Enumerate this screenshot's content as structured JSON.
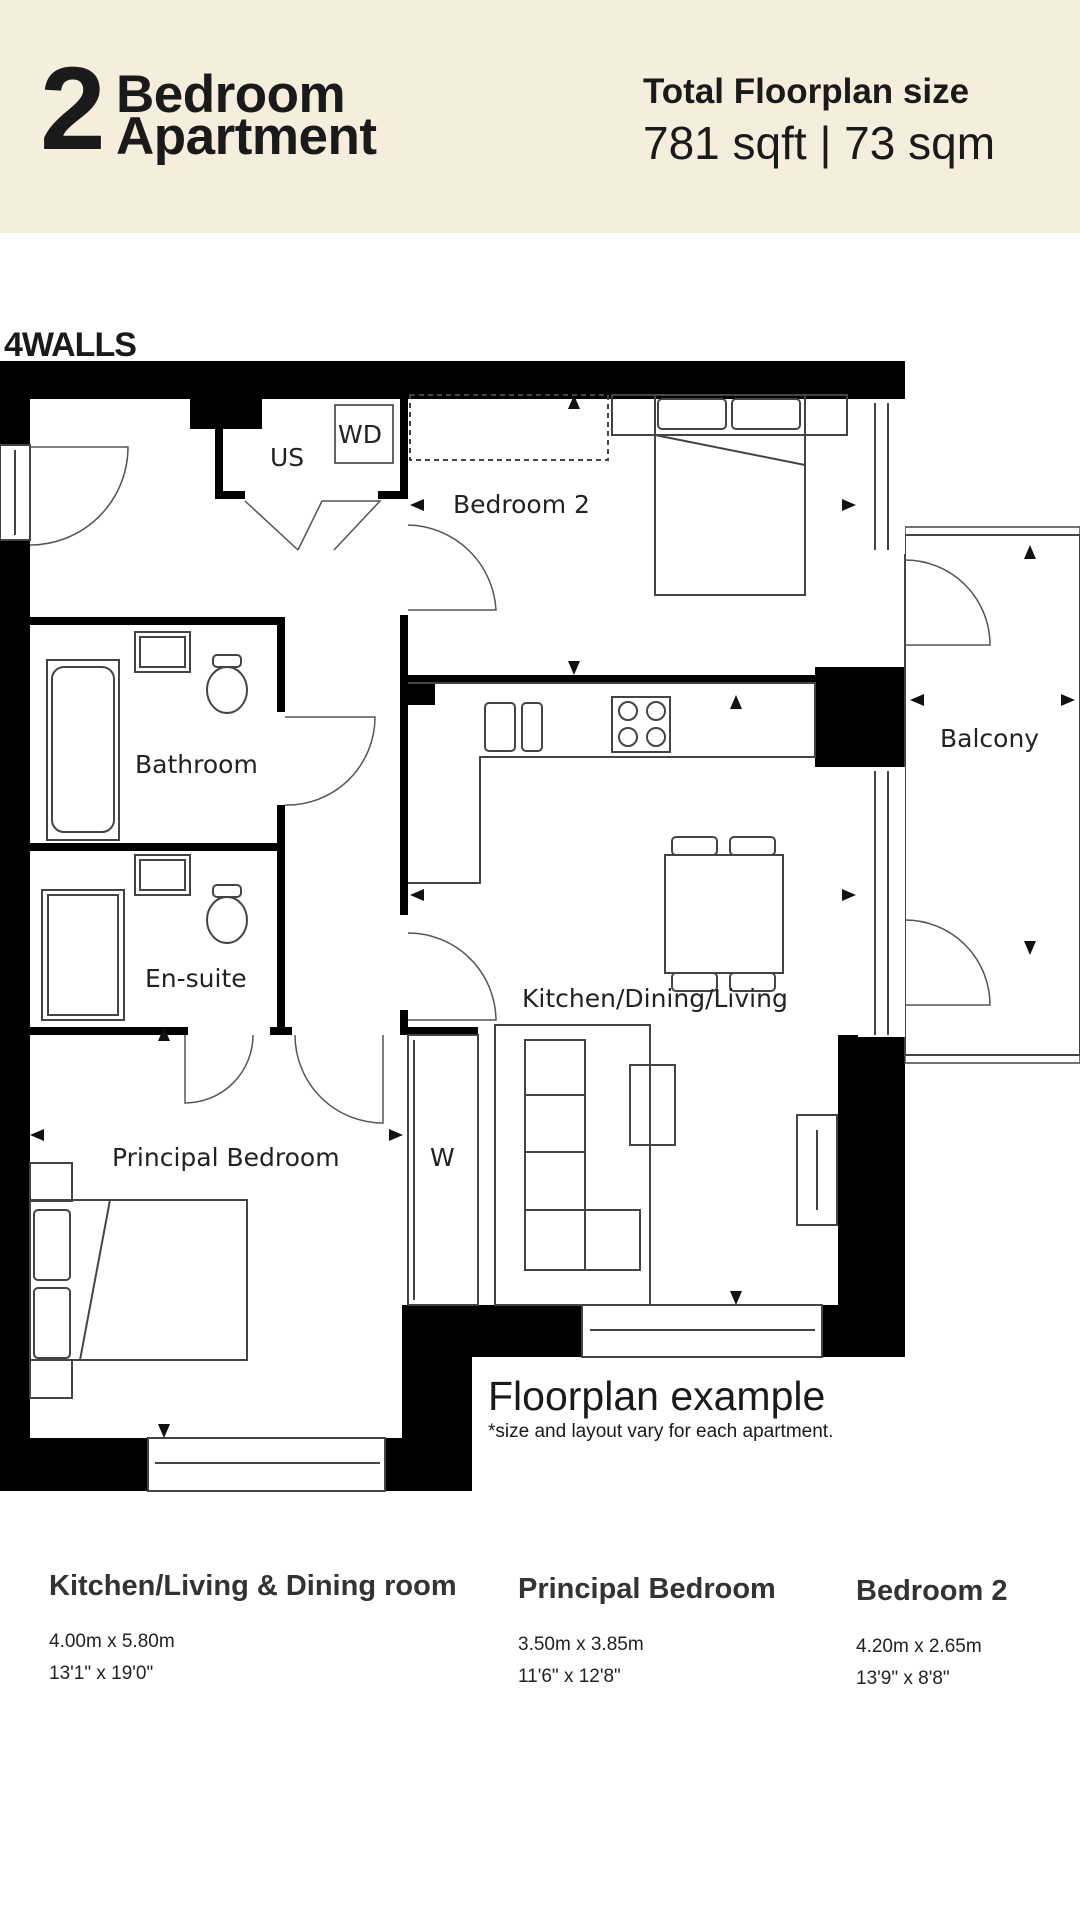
{
  "header": {
    "bedroom_count": "2",
    "title_line1": "Bedroom",
    "title_line2": "Apartment",
    "size_label": "Total Floorplan size",
    "size_value": "781 sqft | 73 sqm"
  },
  "brand": "4WALLS",
  "rooms": {
    "us": "US",
    "wd": "WD",
    "bedroom2": "Bedroom 2",
    "balcony": "Balcony",
    "bathroom": "Bathroom",
    "kitchen": "Kitchen/Dining/Living",
    "ensuite": "En-suite",
    "principal": "Principal Bedroom",
    "wardrobe": "W"
  },
  "note": {
    "title": "Floorplan example",
    "subtitle": "*size and layout vary for each apartment."
  },
  "dimensions": [
    {
      "title": "Kitchen/Living & Dining room",
      "metric": "4.00m  x  5.80m",
      "imperial": "13'1\" x 19'0\""
    },
    {
      "title": "Principal Bedroom",
      "metric": "3.50m  x  3.85m",
      "imperial": "11'6\" x 12'8\""
    },
    {
      "title": "Bedroom 2",
      "metric": "4.20m  x  2.65m",
      "imperial": "13'9\" x 8'8\""
    }
  ]
}
